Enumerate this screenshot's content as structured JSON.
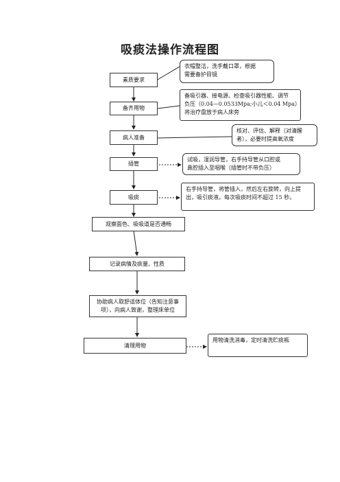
{
  "title": "吸痰法操作流程图",
  "steps": [
    {
      "label": "素质要求"
    },
    {
      "label": "备齐用物"
    },
    {
      "label": "病人准备"
    },
    {
      "label": "插管"
    },
    {
      "label": "吸痰"
    },
    {
      "label": "观察面色、吸吸道是否通畅"
    },
    {
      "label": "记录病情及痰量、性质"
    },
    {
      "lines": [
        "协助病人取舒适体位（告知注意事",
        "项），向病人致谢，整理床单位"
      ]
    },
    {
      "label": "清理用物"
    }
  ],
  "notes": [
    {
      "lines": [
        "衣帽整洁，洗手戴口罩，根据",
        "需要备护目镜"
      ]
    },
    {
      "lines": [
        "备吸引器、接电源、检查吸引器性能、调节",
        "负压（0.04—0.0533Mpa;小儿＜0.04 Mpa）",
        "将治疗盘放于病人床旁"
      ]
    },
    {
      "lines": [
        "核对、评估、解释（对清醒",
        "者），必要时提高氧浓度"
      ]
    },
    {
      "lines": [
        "试吸，湿润导管，右手持导管从口腔或",
        "鼻腔插入至咽喉（插管时不带负压）"
      ]
    },
    {
      "lines": [
        "右手持导管，将管插入，然后左右旋转，向上提",
        "出，吸引痰液。每次吸痰时间不超过 15 秒。"
      ]
    },
    {
      "lines": [
        "用物清洗消毒，定时清洗贮痰瓶"
      ]
    }
  ]
}
